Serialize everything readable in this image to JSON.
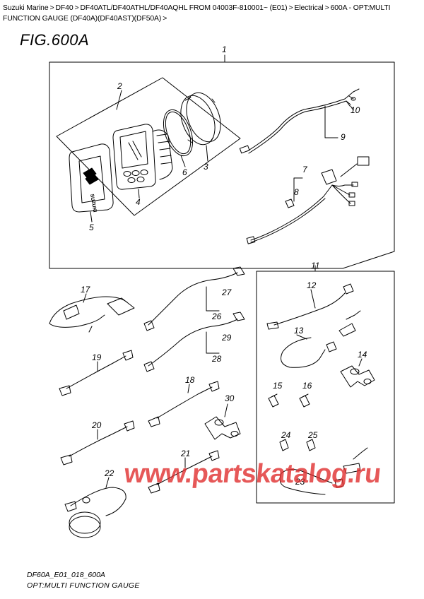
{
  "breadcrumb": {
    "items": [
      "Suzuki Marine",
      "DF40",
      "DF40ATL/DF40ATHL/DF40AQHL FROM 04003F-810001~ (E01)",
      "Electrical",
      "600A - OPT:MULTI FUNCTION GAUGE (DF40A)(DF40AST)(DF50A)"
    ],
    "separator": ">"
  },
  "figure": {
    "title": "FIG.600A",
    "code": "DF60A_E01_018_600A",
    "caption": "OPT:MULTI FUNCTION GAUGE"
  },
  "watermark": "www.partskatalog.ru",
  "callouts": [
    "1",
    "2",
    "3",
    "4",
    "5",
    "6",
    "7",
    "8",
    "9",
    "10",
    "11",
    "12",
    "13",
    "14",
    "15",
    "16",
    "17",
    "18",
    "19",
    "20",
    "21",
    "22",
    "23",
    "24",
    "25",
    "26",
    "27",
    "28",
    "29",
    "30"
  ]
}
